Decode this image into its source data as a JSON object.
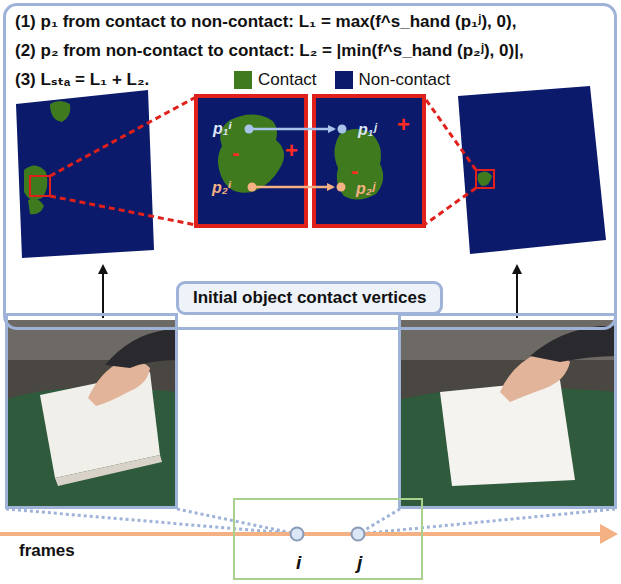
{
  "diagram": {
    "nodes": [
      {
        "text": [
          "(1) p₁ from contact to non-contact: L₁ = max(f^s_hand (p₁ʲ), 0),",
          "(2) p₂ from non-contact to contact: L₂ = |min(f^s_hand (p₂ʲ), 0)|,",
          "(3) Lₛₜₐ = L₁ + L₂."
        ]
      },
      {
        "text": [
          "Initial object contact vertices"
        ]
      },
      {
        "text": [
          "i",
          "j"
        ]
      }
    ],
    "labels": [
      "p₁ⁱ",
      "p₂ⁱ",
      "-",
      "+",
      "p₁ʲ",
      "p₂ʲ",
      "-",
      "+",
      "frames"
    ],
    "legend": [
      {
        "text": "Contact",
        "color": "#3f7a1e"
      },
      {
        "text": "Non-contact",
        "color": "#0b1a6b"
      }
    ]
  }
}
